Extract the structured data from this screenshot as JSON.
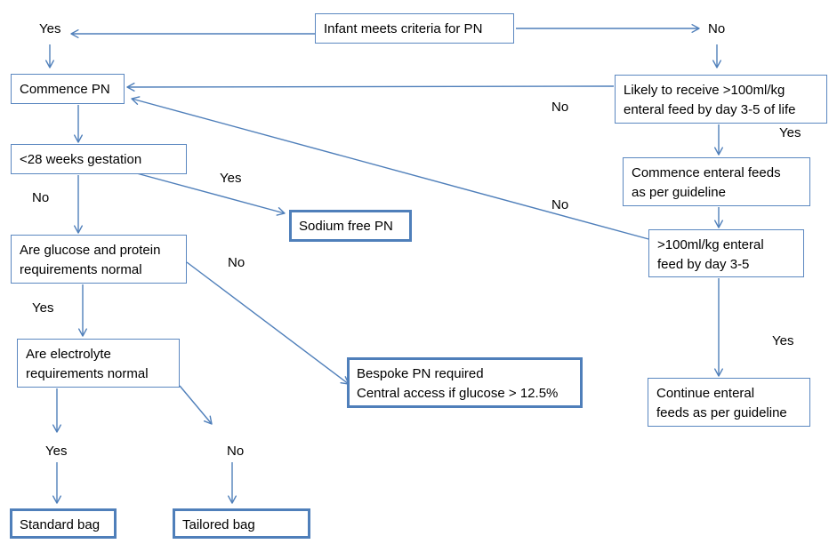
{
  "colors": {
    "line": "#4f7fba",
    "box_border": "#5b87c0",
    "text": "#000000"
  },
  "nodes": {
    "infant_criteria": {
      "lines": [
        "Infant meets criteria for PN"
      ]
    },
    "commence_pn": {
      "lines": [
        "Commence PN"
      ]
    },
    "likely_enteral": {
      "lines": [
        "Likely to receive >100ml/kg",
        "enteral feed by day 3-5 of life"
      ]
    },
    "gestation": {
      "lines": [
        "<28 weeks gestation"
      ]
    },
    "commence_enteral": {
      "lines": [
        "Commence enteral feeds",
        "as per guideline"
      ]
    },
    "sodium_free": {
      "lines": [
        "Sodium free PN"
      ]
    },
    "glucose_protein": {
      "lines": [
        "Are glucose and protein",
        "requirements normal"
      ]
    },
    "enteral_check": {
      "lines": [
        ">100ml/kg enteral",
        "feed by day 3-5"
      ]
    },
    "electrolyte": {
      "lines": [
        "Are electrolyte",
        "requirements normal"
      ]
    },
    "bespoke": {
      "lines": [
        "Bespoke PN required",
        "Central access if glucose > 12.5%"
      ]
    },
    "continue_enteral": {
      "lines": [
        "Continue enteral",
        "feeds as per guideline"
      ]
    },
    "standard_bag": {
      "lines": [
        "Standard bag"
      ]
    },
    "tailored_bag": {
      "lines": [
        "Tailored bag"
      ]
    }
  },
  "labels": {
    "yes_top": "Yes",
    "no_top": "No",
    "no_likely": "No",
    "yes_likely": "Yes",
    "yes_gestation": "Yes",
    "no_gestation": "No",
    "no_enteral_check": "No",
    "no_glucose": "No",
    "yes_glucose": "Yes",
    "yes_enteral_check": "Yes",
    "yes_electrolyte": "Yes",
    "no_electrolyte": "No"
  }
}
